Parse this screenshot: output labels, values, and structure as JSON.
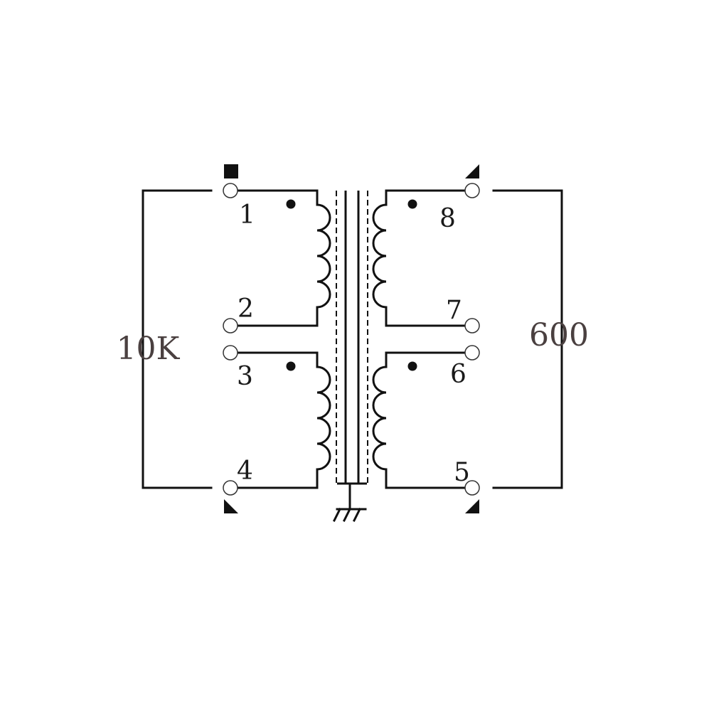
{
  "diagram": {
    "impedance_primary": "10K",
    "impedance_secondary": "600",
    "pins": {
      "p1": "1",
      "p2": "2",
      "p3": "3",
      "p4": "4",
      "p5": "5",
      "p6": "6",
      "p7": "7",
      "p8": "8"
    },
    "colors": {
      "line": "#111111",
      "impedance_text": "#4a4040"
    }
  }
}
